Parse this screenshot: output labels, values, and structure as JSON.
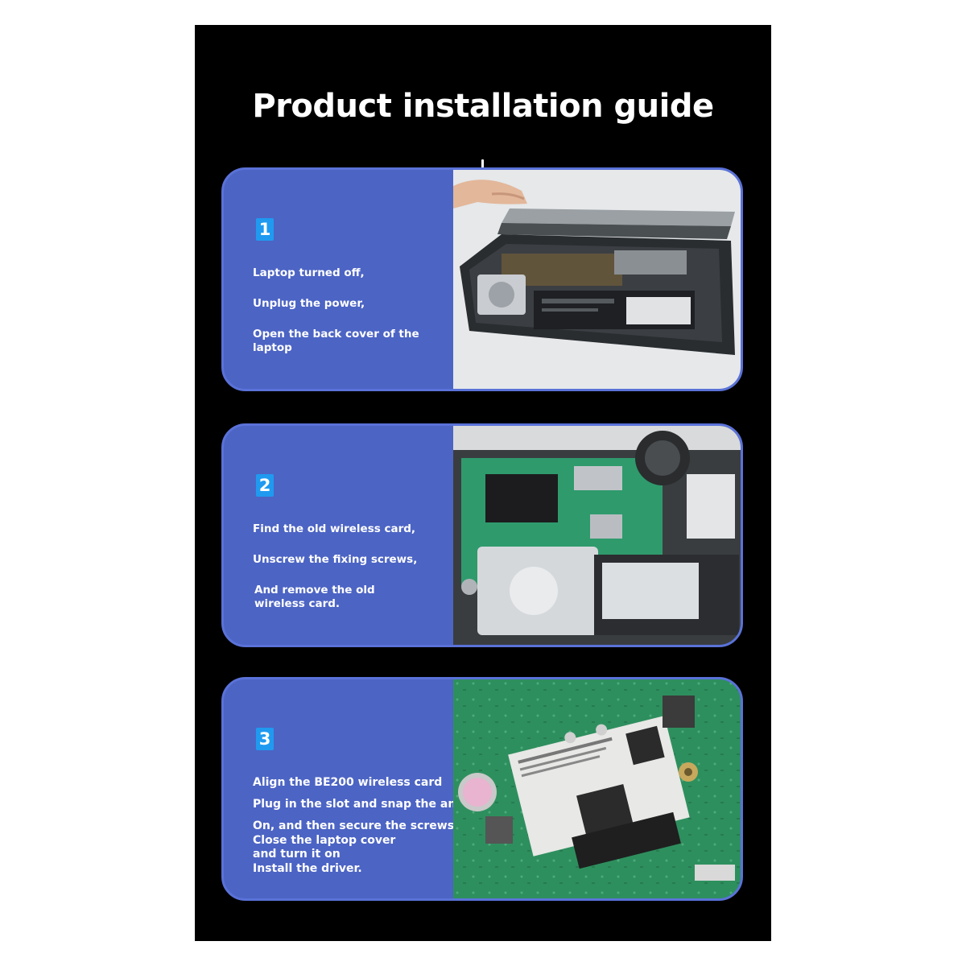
{
  "title": "Product installation guide",
  "steps": [
    {
      "number": "1",
      "lines": [
        "Laptop turned off,",
        "Unplug the power,",
        "Open the back cover of the laptop"
      ]
    },
    {
      "number": "2",
      "lines": [
        "Find the old wireless card,",
        "Unscrew the fixing screws,",
        "And remove the old wireless card."
      ]
    },
    {
      "number": "3",
      "lines": [
        "Align the BE200 wireless card",
        "Plug in the slot and snap the antenna",
        "On, and then secure the screws,",
        "Close the laptop cover and turn it on",
        "Install the driver."
      ]
    }
  ],
  "colors": {
    "background": "#000000",
    "card": "#4c64c4",
    "card_border": "#5a72d8",
    "badge": "#1f9af0",
    "text": "#ffffff"
  }
}
